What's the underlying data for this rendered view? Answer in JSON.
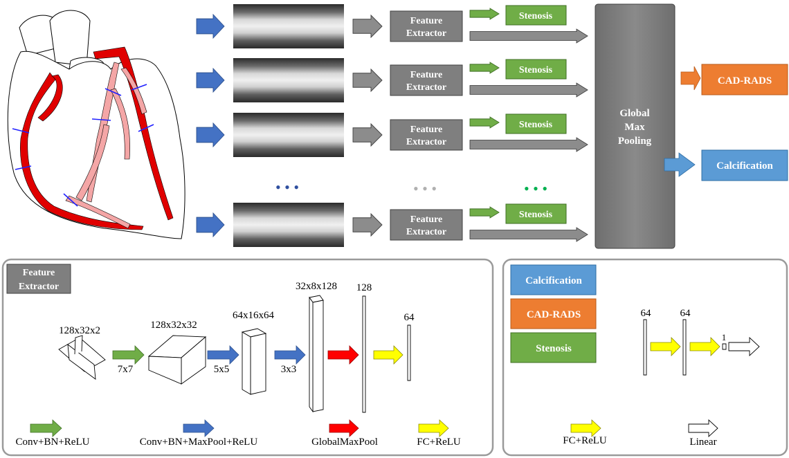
{
  "pipeline": {
    "feature_extractor_label": [
      "Feature",
      "Extractor"
    ],
    "stenosis_label": "Stenosis",
    "pooling_label": [
      "Global",
      "Max",
      "Pooling"
    ],
    "outputs": [
      "CAD-RADS",
      "Calcification"
    ],
    "ellipsis": "• • •"
  },
  "feature_extractor_panel": {
    "title": [
      "Feature",
      "Extractor"
    ],
    "dims": [
      "128x32x2",
      "128x32x32",
      "64x16x64",
      "32x8x128",
      "128",
      "64"
    ],
    "kernels": [
      "7x7",
      "5x5",
      "3x3"
    ],
    "legend": [
      "Conv+BN+ReLU",
      "Conv+BN+MaxPool+ReLU",
      "GlobalMaxPool",
      "FC+ReLU"
    ]
  },
  "heads_panel": {
    "heads": [
      "Calcification",
      "CAD-RADS",
      "Stenosis"
    ],
    "dims": [
      "64",
      "64",
      "1"
    ],
    "legend": [
      "FC+ReLU",
      "Linear"
    ]
  },
  "colors": {
    "blue_arrow": "#4472c4",
    "green": "#70ad47",
    "gray_box": "#7f7f7f",
    "orange": "#ed7d31",
    "light_blue": "#5b9bd5",
    "artery_red": "#e00000",
    "artery_pink": "#f4a6a6",
    "red_arrow": "#ff0000",
    "yellow_arrow": "#ffff00"
  }
}
